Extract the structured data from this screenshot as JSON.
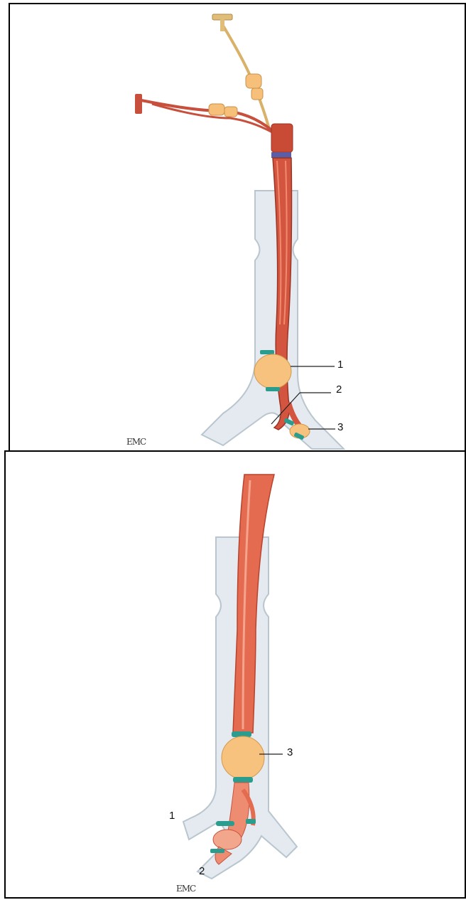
{
  "top_figure": {
    "labels": [
      "1",
      "2",
      "3"
    ],
    "logo": "EMC"
  },
  "bottom_figure": {
    "labels": [
      "3",
      "1",
      "2"
    ],
    "logo": "EMC"
  },
  "colors": {
    "tube": "#d4553f",
    "tube_light": "#ee8c72",
    "cuff": "#f7c27e",
    "ring": "#2a9d8f",
    "airway": "#dfe6ec"
  }
}
